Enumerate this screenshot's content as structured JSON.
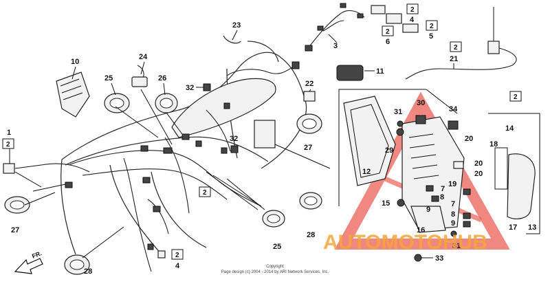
{
  "diagram": {
    "callouts": [
      {
        "id": "c1",
        "text": "1",
        "boxed": false
      },
      {
        "id": "c1b",
        "text": "2",
        "boxed": true
      },
      {
        "id": "c2a",
        "text": "2",
        "boxed": true
      },
      {
        "id": "c4a",
        "text": "4",
        "boxed": false
      },
      {
        "id": "c2b",
        "text": "2",
        "boxed": true
      },
      {
        "id": "c6",
        "text": "6",
        "boxed": false
      },
      {
        "id": "c2c",
        "text": "2",
        "boxed": true
      },
      {
        "id": "c5",
        "text": "5",
        "boxed": false
      },
      {
        "id": "c3",
        "text": "3",
        "boxed": false
      },
      {
        "id": "c23",
        "text": "23",
        "boxed": false
      },
      {
        "id": "c10",
        "text": "10",
        "boxed": false
      },
      {
        "id": "c24",
        "text": "24",
        "boxed": false
      },
      {
        "id": "c25a",
        "text": "25",
        "boxed": false
      },
      {
        "id": "c26",
        "text": "26",
        "boxed": false
      },
      {
        "id": "c32a",
        "text": "32",
        "boxed": false
      },
      {
        "id": "c22",
        "text": "22",
        "boxed": false
      },
      {
        "id": "c11",
        "text": "11",
        "boxed": false
      },
      {
        "id": "c2d",
        "text": "2",
        "boxed": true
      },
      {
        "id": "c21",
        "text": "21",
        "boxed": false
      },
      {
        "id": "c2e",
        "text": "2",
        "boxed": true
      },
      {
        "id": "c31a",
        "text": "31",
        "boxed": false
      },
      {
        "id": "c30",
        "text": "30",
        "boxed": false
      },
      {
        "id": "c34",
        "text": "34",
        "boxed": false
      },
      {
        "id": "c14",
        "text": "14",
        "boxed": false
      },
      {
        "id": "c18",
        "text": "18",
        "boxed": false
      },
      {
        "id": "c20a",
        "text": "20",
        "boxed": false
      },
      {
        "id": "c20b",
        "text": "20",
        "boxed": false
      },
      {
        "id": "c20c",
        "text": "20",
        "boxed": false
      },
      {
        "id": "c29",
        "text": "29",
        "boxed": false
      },
      {
        "id": "c27a",
        "text": "27",
        "boxed": false
      },
      {
        "id": "c32b",
        "text": "32",
        "boxed": false
      },
      {
        "id": "c12",
        "text": "12",
        "boxed": false
      },
      {
        "id": "c7a",
        "text": "7",
        "boxed": false
      },
      {
        "id": "c19",
        "text": "19",
        "boxed": false
      },
      {
        "id": "c8a",
        "text": "8",
        "boxed": false
      },
      {
        "id": "c7b",
        "text": "7",
        "boxed": false
      },
      {
        "id": "c8b",
        "text": "8",
        "boxed": false
      },
      {
        "id": "c9a",
        "text": "9",
        "boxed": false
      },
      {
        "id": "c15",
        "text": "15",
        "boxed": false
      },
      {
        "id": "c9b",
        "text": "9",
        "boxed": false
      },
      {
        "id": "c16",
        "text": "16",
        "boxed": false
      },
      {
        "id": "c17",
        "text": "17",
        "boxed": false
      },
      {
        "id": "c13",
        "text": "13",
        "boxed": false
      },
      {
        "id": "c31b",
        "text": "31",
        "boxed": false
      },
      {
        "id": "c33",
        "text": "33",
        "boxed": false
      },
      {
        "id": "c2f",
        "text": "2",
        "boxed": true
      },
      {
        "id": "c28a",
        "text": "28",
        "boxed": false
      },
      {
        "id": "c25b",
        "text": "25",
        "boxed": false
      },
      {
        "id": "c27b",
        "text": "27",
        "boxed": false
      },
      {
        "id": "c28b",
        "text": "28",
        "boxed": false
      },
      {
        "id": "c2g",
        "text": "2",
        "boxed": true
      },
      {
        "id": "c4b",
        "text": "4",
        "boxed": false
      }
    ],
    "direction_arrow": "FR.",
    "copyright_line1": "Copyright",
    "copyright_line2": "Page design (c) 2004 - 2014 by ARI Network Services, Inc.",
    "watermark": {
      "text": "AUTOMOTOHUB",
      "color": "#e8463a",
      "accent": "#f4a43a"
    }
  }
}
